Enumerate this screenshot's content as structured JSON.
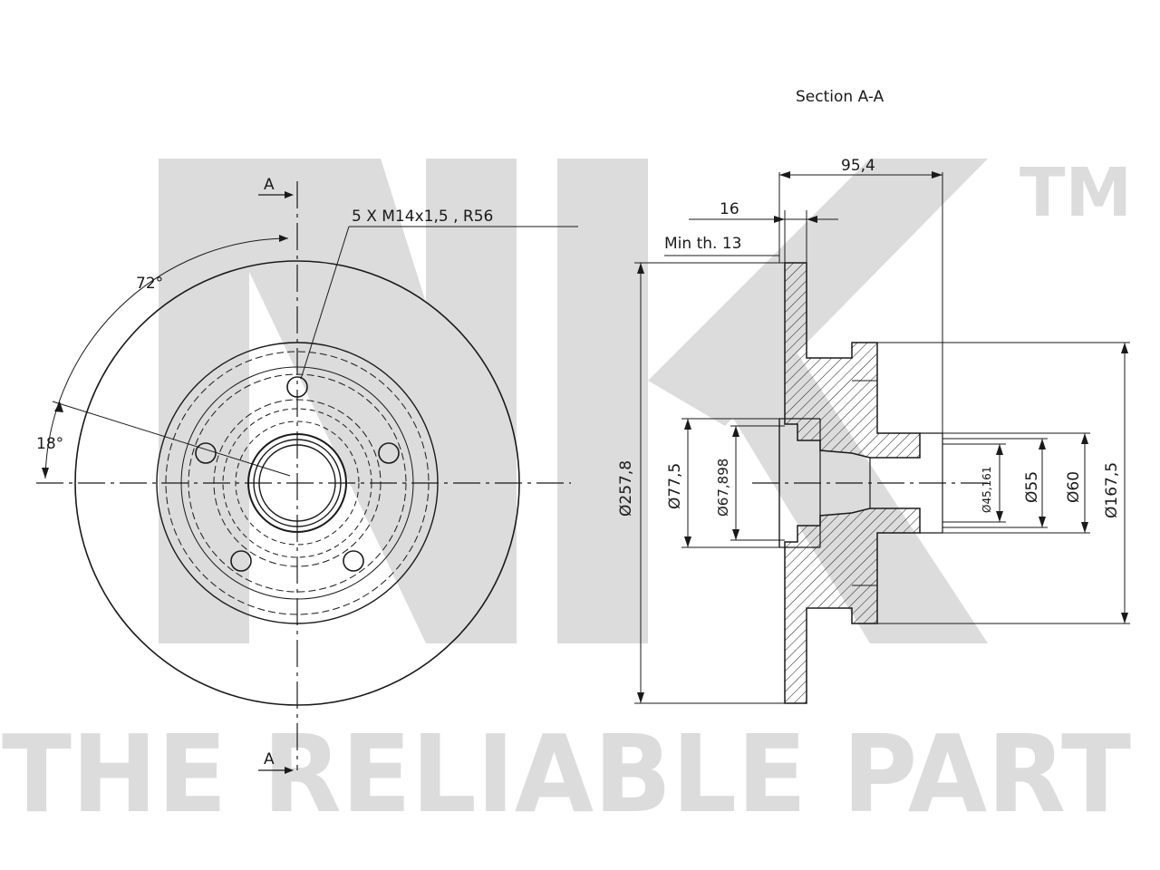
{
  "watermark": {
    "logo_text": "NK",
    "trademark": "TM",
    "tagline": "THE RELIABLE PART",
    "color": "#dcdcdc"
  },
  "drawing": {
    "section_title": "Section A-A",
    "section_marker_top": "A",
    "section_marker_bottom": "A",
    "bolt_spec": "5 X M14x1,5 , R56",
    "angle_72": "72°",
    "angle_18": "18°",
    "dim_total_height": "95,4",
    "dim_thickness": "16",
    "min_thickness": "Min th. 13",
    "dia_disc": "Ø257,8",
    "dia_775": "Ø77,5",
    "dia_67898": "Ø67,898",
    "dia_45161": "Ø45,161",
    "dia_55": "Ø55",
    "dia_60": "Ø60",
    "dia_1675": "Ø167,5",
    "line_color": "#1a1a1a"
  }
}
